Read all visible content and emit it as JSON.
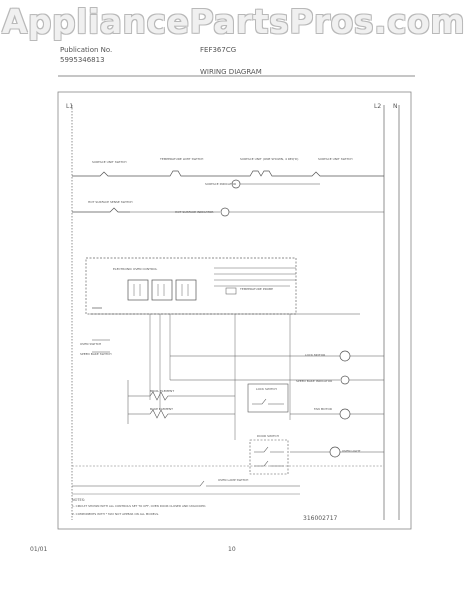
{
  "watermark": "AppliancePartsPros.com",
  "header": {
    "publication_label": "Publication No.",
    "publication_no": "5995346813",
    "model": "FEF367CG",
    "title": "WIRING DIAGRAM"
  },
  "diagram": {
    "line_l1": "L1",
    "line_l2": "L2",
    "line_n": "N",
    "labels": {
      "surface_unit_switch_left": "SURFACE UNIT SWITCH",
      "temperature_limit_switch": "TEMPERATURE LIMIT SWITCH",
      "surface_unit_pair": "SURFACE UNIT (ONE SHOWN, 4 REQ'D)",
      "surface_unit_switch_right": "SURFACE UNIT SWITCH",
      "surface_indicator": "SURFACE INDICATOR",
      "hot_surface_sense_switch": "HOT SURFACE SENSE SWITCH",
      "hot_surface_indicator": "HOT SURFACE INDICATOR",
      "electronic_oven_control": "ELECTRONIC OVEN CONTROL",
      "temperature_probe": "TEMPERATURE PROBE",
      "oven_switch": "OVEN SWITCH",
      "speed_bake_switch": "SPEED BAKE SWITCH",
      "lock_motor": "LOCK MOTOR",
      "speed_bake_indicator": "SPEED BAKE INDICATOR",
      "broil_element": "BROIL ELEMENT",
      "bake_element": "BAKE ELEMENT",
      "lock_switch": "LOCK SWITCH",
      "fan_motor": "FAN MOTOR",
      "door_switch": "DOOR SWITCH",
      "oven_light": "OVEN LIGHT",
      "oven_lamp_switch": "OVEN LAMP SWITCH"
    },
    "notes": {
      "heading": "NOTES:",
      "note1": "1. CIRCUIT SHOWN WITH ALL CONTROLS SET TO OFF, OVEN DOOR CLOSED AND UNLOCKED.",
      "note2": "2. COMPONENTS WITH * MAY NOT APPEAR ON ALL MODELS."
    },
    "part_number": "316002717"
  },
  "footer": {
    "date": "01/01",
    "page": "10"
  }
}
